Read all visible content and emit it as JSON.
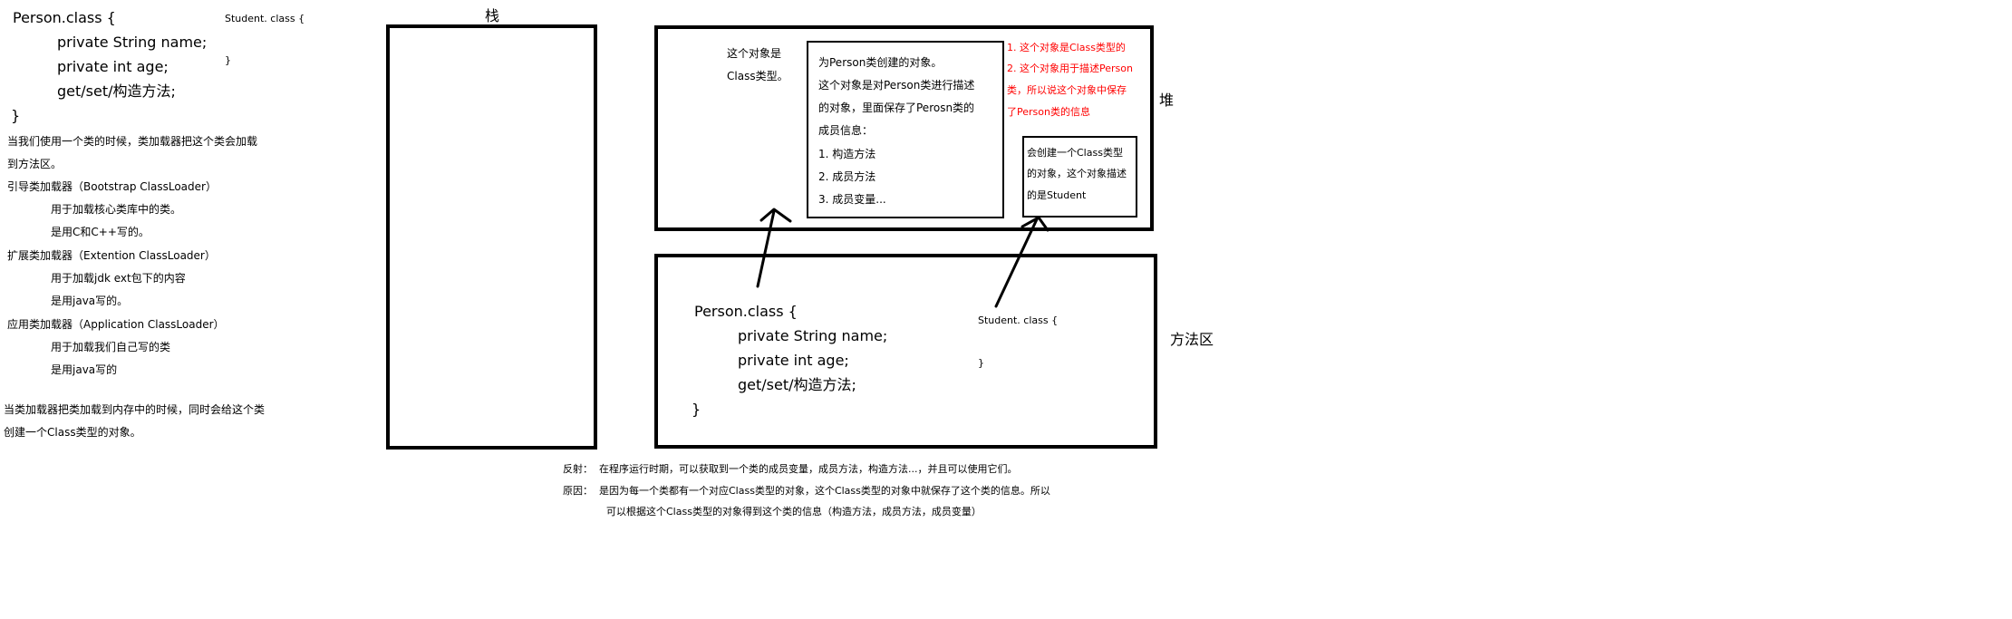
{
  "left_code": {
    "lines": [
      "Person.class {",
      "private String name;",
      "private int age;",
      "get/set/构造方法;",
      "}"
    ]
  },
  "left_student": {
    "line1": "Student. class {",
    "line2": "}"
  },
  "left_notes": [
    "当我们使用一个类的时候，类加载器把这个类会加载",
    "到方法区。",
    "引导类加载器（Bootstrap ClassLoader）",
    "用于加载核心类库中的类。",
    "是用C和C++写的。",
    "扩展类加载器（Extention ClassLoader）",
    "用于加载jdk ext包下的内容",
    "是用java写的。",
    "应用类加载器（Application ClassLoader）",
    "用于加载我们自己写的类",
    "是用java写的",
    "当类加载器把类加载到内存中的时候，同时会给这个类",
    "创建一个Class类型的对象。"
  ],
  "stack": {
    "label": "栈"
  },
  "heap": {
    "label": "堆",
    "class_obj_label": [
      "这个对象是",
      "Class类型。"
    ],
    "person_obj_lines": [
      "为Person类创建的对象。",
      "这个对象是对Person类进行描述",
      "的对象，里面保存了Perosn类的",
      "成员信息：",
      "1. 构造方法",
      "2. 成员方法",
      "3. 成员变量..."
    ],
    "red_notes": [
      "1. 这个对象是Class类型的",
      "2. 这个对象用于描述Person",
      "类，所以说这个对象中保存",
      "了Person类的信息"
    ],
    "student_obj_lines": [
      "会创建一个Class类型",
      "的对象，这个对象描述",
      "的是Student"
    ]
  },
  "method_area": {
    "label": "方法区",
    "code_lines": [
      "Person.class {",
      "private String name;",
      "private int age;",
      "get/set/构造方法;",
      "}"
    ],
    "student_lines": [
      "Student. class {",
      "}"
    ]
  },
  "bottom": {
    "reflection_label": "反射：",
    "reflection_text": "在程序运行时期，可以获取到一个类的成员变量，成员方法，构造方法...，并且可以使用它们。",
    "reason_label": "原因：",
    "reason_text1": "是因为每一个类都有一个对应Class类型的对象，这个Class类型的对象中就保存了这个类的信息。所以",
    "reason_text2": "可以根据这个Class类型的对象得到这个类的信息（构造方法，成员方法，成员变量）"
  }
}
